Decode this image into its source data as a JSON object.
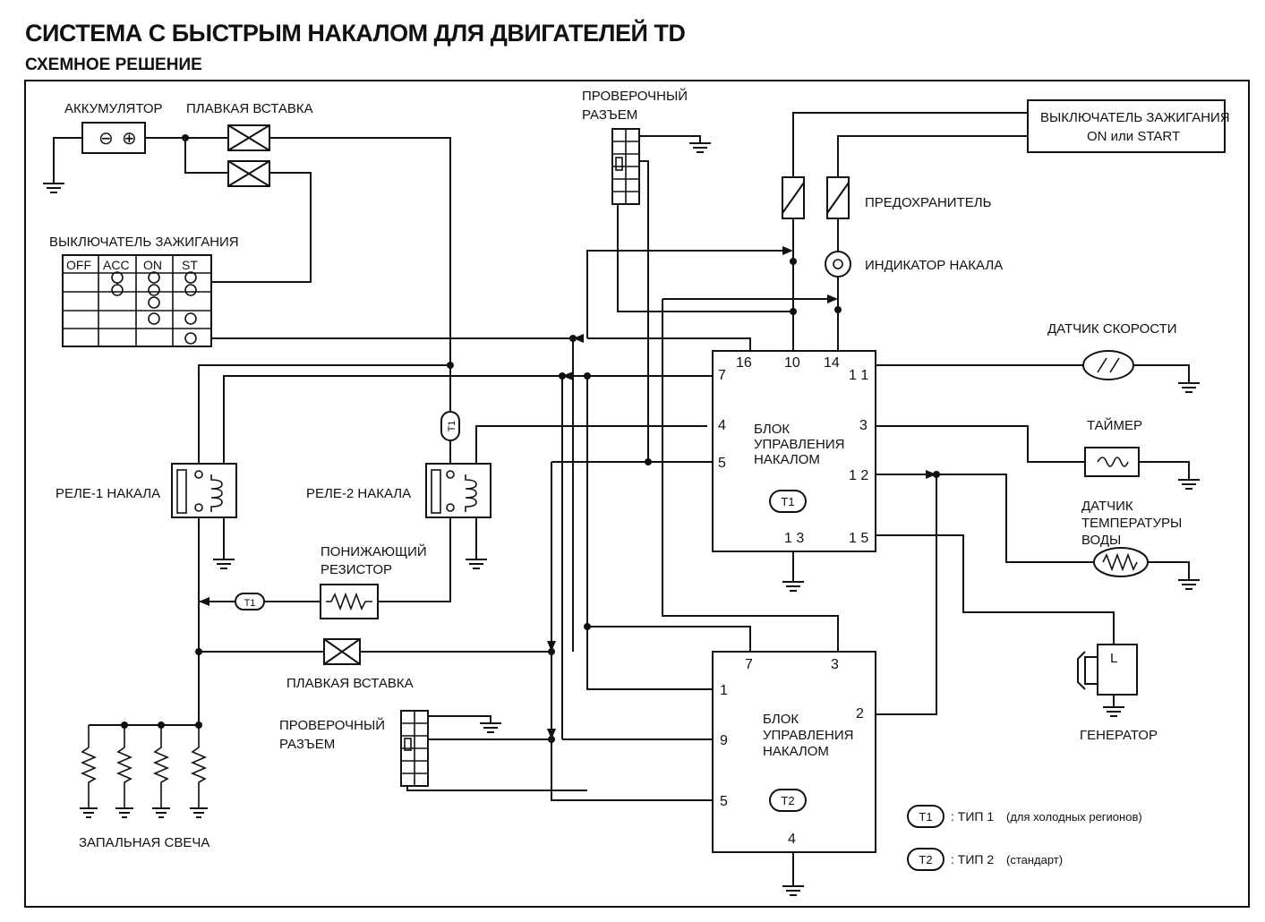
{
  "header": {
    "title": "СИСТЕМА С  БЫСТРЫМ НАКАЛОМ ДЛЯ ДВИГАТЕЛЕЙ TD",
    "subtitle": "СХЕМНОЕ РЕШЕНИЕ"
  },
  "labels": {
    "battery": "АККУМУЛЯТОР",
    "fusible_link_top": "ПЛАВКАЯ ВСТАВКА",
    "fusible_link_bottom": "ПЛАВКАЯ ВСТАВКА",
    "ignition_switch": "ВЫКЛЮЧАТЕЛЬ ЗАЖИГАНИЯ",
    "check_connector_top_1": "ПРОВЕРОЧНЫЙ",
    "check_connector_top_2": "РАЗЪЕМ",
    "check_connector_bottom_1": "ПРОВЕРОЧНЫЙ",
    "check_connector_bottom_2": "РАЗЪЕМ",
    "ign_on_start_1": "ВЫКЛЮЧАТЕЛЬ ЗАЖИГАНИЯ",
    "ign_on_start_2": "ON или START",
    "fuse": "ПРЕДОХРАНИТЕЛЬ",
    "glow_indicator": "ИНДИКАТОР НАКАЛА",
    "speed_sensor": "ДАТЧИК СКОРОСТИ",
    "timer": "ТАЙМЕР",
    "water_temp_1": "ДАТЧИК",
    "water_temp_2": "ТЕМПЕРАТУРЫ",
    "water_temp_3": "ВОДЫ",
    "generator": "ГЕНЕРАТОР",
    "relay1": "РЕЛЕ-1 НАКАЛА",
    "relay2": "РЕЛЕ-2 НАКАЛА",
    "resistor_1": "ПОНИЖАЮЩИЙ",
    "resistor_2": "РЕЗИСТОР",
    "glow_plug": "ЗАПАЛЬНАЯ СВЕЧА",
    "generator_l": "L",
    "battery_minus": "⊖",
    "battery_plus": "⊕"
  },
  "ignition_table": {
    "headers": [
      "OFF",
      "ACC",
      "ON",
      "ST"
    ]
  },
  "control_unit_1": {
    "line1": "БЛОК",
    "line2": "УПРАВЛЕНИЯ",
    "line3": "НАКАЛОМ",
    "badge": "T1",
    "pins": {
      "p16": "16",
      "p10": "10",
      "p14": "14",
      "p7": "7",
      "p11": "1 1",
      "p4": "4",
      "p3": "3",
      "p5": "5",
      "p12": "1 2",
      "p13": "1 3",
      "p15": "1 5"
    }
  },
  "control_unit_2": {
    "line1": "БЛОК",
    "line2": "УПРАВЛЕНИЯ",
    "line3": "НАКАЛОМ",
    "badge": "T2",
    "pins": {
      "p7": "7",
      "p3": "3",
      "p1": "1",
      "p2": "2",
      "p9": "9",
      "p5": "5",
      "p4": "4"
    }
  },
  "badges": {
    "t1": "T1"
  },
  "legend": [
    {
      "badge": "T1",
      "prefix": ": ТИП 1",
      "detail": "(для холодных регионов)"
    },
    {
      "badge": "T2",
      "prefix": ": ТИП 2",
      "detail": "(стандарт)"
    }
  ]
}
